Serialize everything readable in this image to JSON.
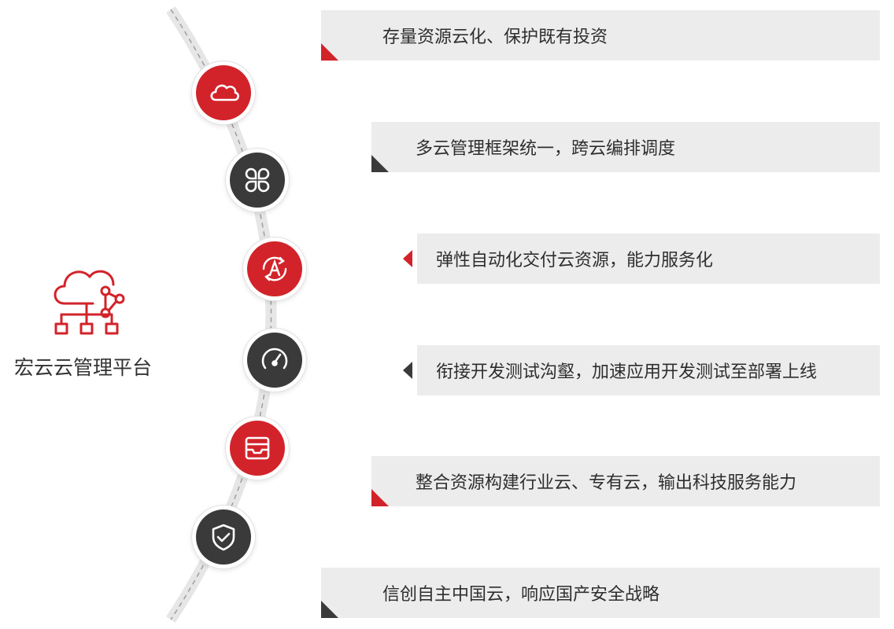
{
  "platform": {
    "label": "宏云云管理平台",
    "icon": "cloud-network-icon"
  },
  "colors": {
    "red": "#d2232a",
    "dark": "#3a3a3a",
    "card_bg": "#ececec"
  },
  "items": [
    {
      "text": "存量资源云化、保护既有投资",
      "icon": "cloud-icon",
      "color": "red"
    },
    {
      "text": "多云管理框架统一，跨云编排调度",
      "icon": "grid-petals-icon",
      "color": "dark"
    },
    {
      "text": "弹性自动化交付云资源，能力服务化",
      "icon": "auto-cycle-icon",
      "color": "red"
    },
    {
      "text": "衔接开发测试沟壑，加速应用开发测试至部署上线",
      "icon": "gauge-icon",
      "color": "dark"
    },
    {
      "text": "整合资源构建行业云、专有云，输出科技服务能力",
      "icon": "inbox-tray-icon",
      "color": "red"
    },
    {
      "text": "信创自主中国云，响应国产安全战略",
      "icon": "shield-check-icon",
      "color": "dark"
    }
  ]
}
